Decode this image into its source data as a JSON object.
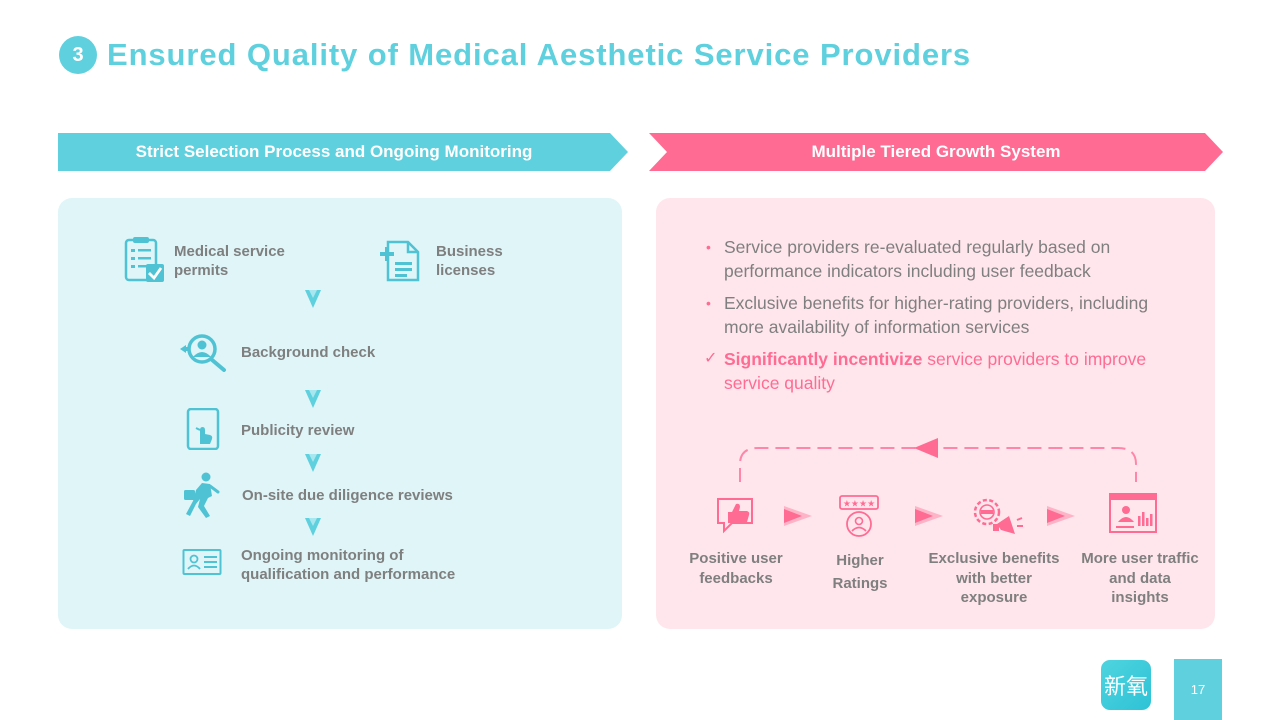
{
  "title": {
    "number": "3",
    "text": "Ensured Quality of Medical Aesthetic Service Providers"
  },
  "left_section": {
    "banner": "Strict Selection Process and Ongoing Monitoring",
    "items": [
      {
        "label": "Medical service\npermits",
        "icon": "clipboard-check-icon"
      },
      {
        "label": "Business\nlicenses",
        "icon": "document-plus-icon"
      },
      {
        "label": "Background check",
        "icon": "magnifier-person-icon"
      },
      {
        "label": "Publicity review",
        "icon": "tablet-touch-icon"
      },
      {
        "label": "On-site due diligence reviews",
        "icon": "walking-person-icon"
      },
      {
        "label": "Ongoing monitoring of\nqualification and performance",
        "icon": "id-card-icon"
      }
    ]
  },
  "right_section": {
    "banner": "Multiple Tiered Growth System",
    "bullets": [
      {
        "marker": "•",
        "text": "Service providers re-evaluated regularly based on performance indicators including user feedback"
      },
      {
        "marker": "•",
        "text": "Exclusive benefits for higher-rating providers, including more availability of information services"
      }
    ],
    "check_bullet": {
      "marker": "✓",
      "strong": "Significantly incentivize",
      "text": " service providers to improve service quality"
    },
    "flow": [
      {
        "label": "Positive user\nfeedbacks",
        "icon": "thumbs-up-icon"
      },
      {
        "label": "Higher\nRatings",
        "icon": "rating-stars-icon"
      },
      {
        "label": "Exclusive benefits\nwith better\nexposure",
        "icon": "megaphone-gear-icon"
      },
      {
        "label": "More user traffic\nand data\ninsights",
        "icon": "data-dashboard-icon"
      }
    ]
  },
  "footer": {
    "logo_text": "新氧",
    "page_number": "17"
  },
  "colors": {
    "teal": "#5fd0de",
    "pink": "#ff6b93",
    "teal_panel": "#dff5f8",
    "pink_panel": "#ffe6ec",
    "text_gray": "#7f7f7f"
  }
}
